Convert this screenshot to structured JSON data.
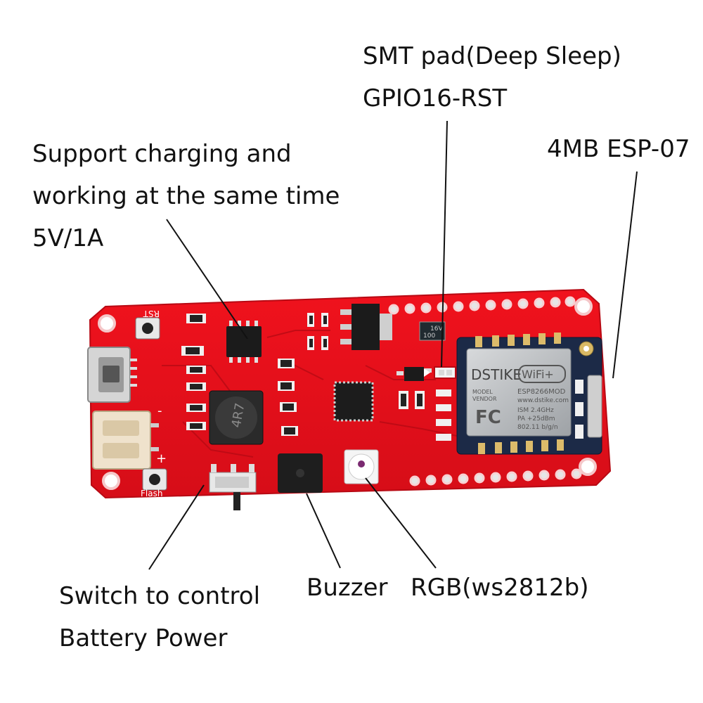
{
  "annotations": {
    "smt_pad": {
      "lines": [
        "SMT pad(Deep Sleep)",
        "GPIO16-RST"
      ]
    },
    "esp07": {
      "text": "4MB ESP-07"
    },
    "charging": {
      "lines": [
        "Support charging and",
        "working at the same time",
        "5V/1A"
      ]
    },
    "switch": {
      "lines": [
        "Switch to control",
        "Battery Power"
      ]
    },
    "buzzer": {
      "text": "Buzzer"
    },
    "rgb": {
      "text": "RGB(ws2812b)"
    }
  },
  "board": {
    "silkscreen": {
      "rst": "RST",
      "flash": "Flash",
      "minus": "-",
      "plus": "+",
      "inductor": "4R7"
    },
    "module": {
      "brand": "DSTIKE",
      "wifi": "WiFi+",
      "model": "ESP8266MOD",
      "url": "www.dstike.com",
      "fc": "FC",
      "ism": "ISM  2.4GHz",
      "pa": "PA  +25dBm",
      "std": "802.11 b/g/n",
      "modl": "MODEL",
      "vendor": "VENDOR"
    },
    "cap": {
      "top": "16V",
      "bottom": "100"
    },
    "colors": {
      "pcb": "#e8101c",
      "pcb_dark": "#c10a14",
      "shield": "#b9bcbf",
      "pad": "#f4f4f4"
    }
  }
}
